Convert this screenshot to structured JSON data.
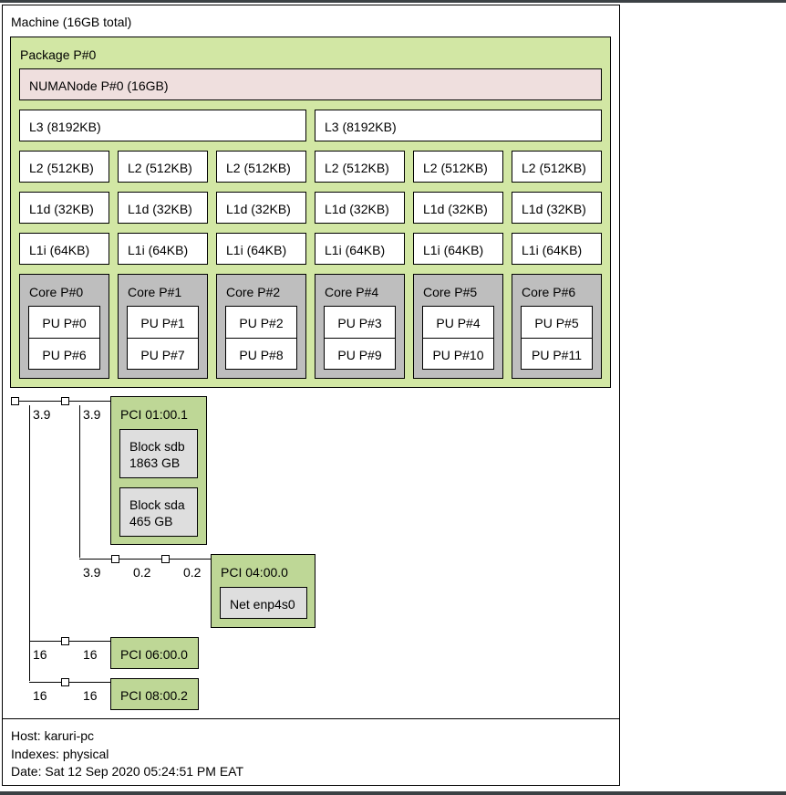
{
  "machine": {
    "label": "Machine (16GB total)"
  },
  "package": {
    "label": "Package P#0"
  },
  "numa": {
    "label": "NUMANode P#0 (16GB)"
  },
  "l3": [
    "L3 (8192KB)",
    "L3 (8192KB)"
  ],
  "l2": [
    "L2 (512KB)",
    "L2 (512KB)",
    "L2 (512KB)",
    "L2 (512KB)",
    "L2 (512KB)",
    "L2 (512KB)"
  ],
  "l1d": [
    "L1d (32KB)",
    "L1d (32KB)",
    "L1d (32KB)",
    "L1d (32KB)",
    "L1d (32KB)",
    "L1d (32KB)"
  ],
  "l1i": [
    "L1i (64KB)",
    "L1i (64KB)",
    "L1i (64KB)",
    "L1i (64KB)",
    "L1i (64KB)",
    "L1i (64KB)"
  ],
  "cores": [
    {
      "label": "Core P#0",
      "pu": [
        "PU P#0",
        "PU P#6"
      ]
    },
    {
      "label": "Core P#1",
      "pu": [
        "PU P#1",
        "PU P#7"
      ]
    },
    {
      "label": "Core P#2",
      "pu": [
        "PU P#2",
        "PU P#8"
      ]
    },
    {
      "label": "Core P#4",
      "pu": [
        "PU P#3",
        "PU P#9"
      ]
    },
    {
      "label": "Core P#5",
      "pu": [
        "PU P#4",
        "PU P#10"
      ]
    },
    {
      "label": "Core P#6",
      "pu": [
        "PU P#5",
        "PU P#11"
      ]
    }
  ],
  "pci": {
    "p0100": {
      "label": "PCI 01:00.1",
      "devices": [
        {
          "name": "Block sdb",
          "size": "1863 GB"
        },
        {
          "name": "Block sda",
          "size": "465 GB"
        }
      ]
    },
    "p0400": {
      "label": "PCI 04:00.0",
      "device": "Net enp4s0"
    },
    "p0600": {
      "label": "PCI 06:00.0"
    },
    "p0800": {
      "label": "PCI 08:00.2"
    }
  },
  "links": {
    "root": "3.9",
    "bridge": "3.9",
    "l04a": "3.9",
    "l04b": "0.2",
    "l04c": "0.2",
    "l06a": "16",
    "l06b": "16",
    "l08a": "16",
    "l08b": "16"
  },
  "footer": {
    "host": "Host: karuri-pc",
    "indexes": "Indexes: physical",
    "date": "Date: Sat 12 Sep 2020 05:24:51 PM EAT"
  }
}
